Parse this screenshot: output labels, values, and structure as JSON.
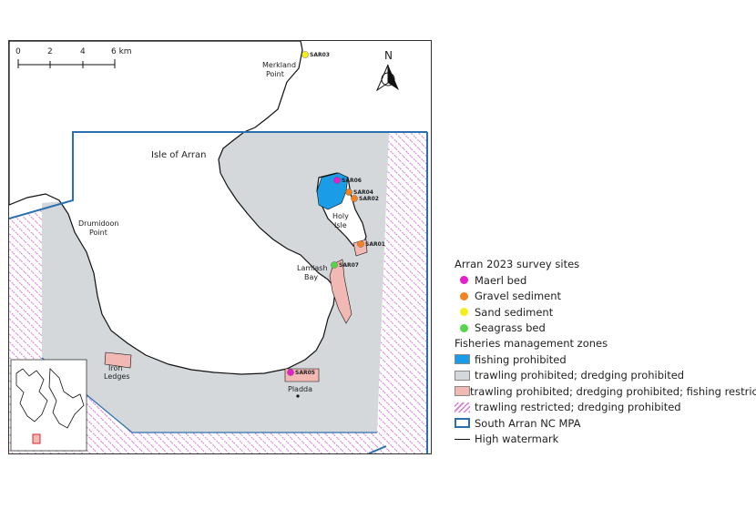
{
  "map": {
    "scale_bar": {
      "ticks": [
        "0",
        "2",
        "4",
        "6 km"
      ]
    },
    "north_label": "N",
    "places": {
      "isle_of_arran": "Isle of Arran",
      "merkland_point_1": "Merkland",
      "merkland_point_2": "Point",
      "drumidoon_1": "Drumidoon",
      "drumidoon_2": "Point",
      "holy_isle_1": "Holy",
      "holy_isle_2": "Isle",
      "lamlash_1": "Lamlash",
      "lamlash_2": "Bay",
      "iron_ledges_1": "Iron",
      "iron_ledges_2": "Ledges",
      "pladda": "Pladda"
    },
    "sites": [
      {
        "id": "SAR03",
        "type": "Sand sediment",
        "color": "#f5ee1a"
      },
      {
        "id": "SAR06",
        "type": "Maerl bed",
        "color": "#e81ec8"
      },
      {
        "id": "SAR04",
        "type": "Gravel sediment",
        "color": "#f58220"
      },
      {
        "id": "SAR02",
        "type": "Gravel sediment",
        "color": "#f58220"
      },
      {
        "id": "SAR01",
        "type": "Gravel sediment",
        "color": "#f58220"
      },
      {
        "id": "SAR07",
        "type": "Seagrass bed",
        "color": "#55d64a"
      },
      {
        "id": "SAR05",
        "type": "Maerl bed",
        "color": "#e81ec8"
      }
    ]
  },
  "legend": {
    "survey_title": "Arran 2023 survey sites",
    "survey_items": [
      {
        "label": "Maerl bed",
        "color": "#e81ec8"
      },
      {
        "label": "Gravel sediment",
        "color": "#f58220"
      },
      {
        "label": "Sand sediment",
        "color": "#f5ee1a"
      },
      {
        "label": "Seagrass bed",
        "color": "#55d64a"
      }
    ],
    "zones_title": "Fisheries management zones",
    "zone_items": [
      {
        "label": "fishing prohibited",
        "fill": "#1a9ce6"
      },
      {
        "label": "trawling prohibited; dredging prohibited",
        "fill": "#d4d8db"
      },
      {
        "label": "trawling prohibited; dredging prohibited; fishing restricted",
        "fill": "#f2b8b4"
      },
      {
        "label": "trawling restricted; dredging prohibited",
        "fill": "hatch"
      },
      {
        "label": "South Arran NC MPA",
        "fill": "outline"
      },
      {
        "label": "High watermark",
        "fill": "line"
      }
    ],
    "colors": {
      "mpa_outline": "#2a6fb0",
      "hatch": "#d77ad9",
      "coast": "#111111"
    }
  }
}
